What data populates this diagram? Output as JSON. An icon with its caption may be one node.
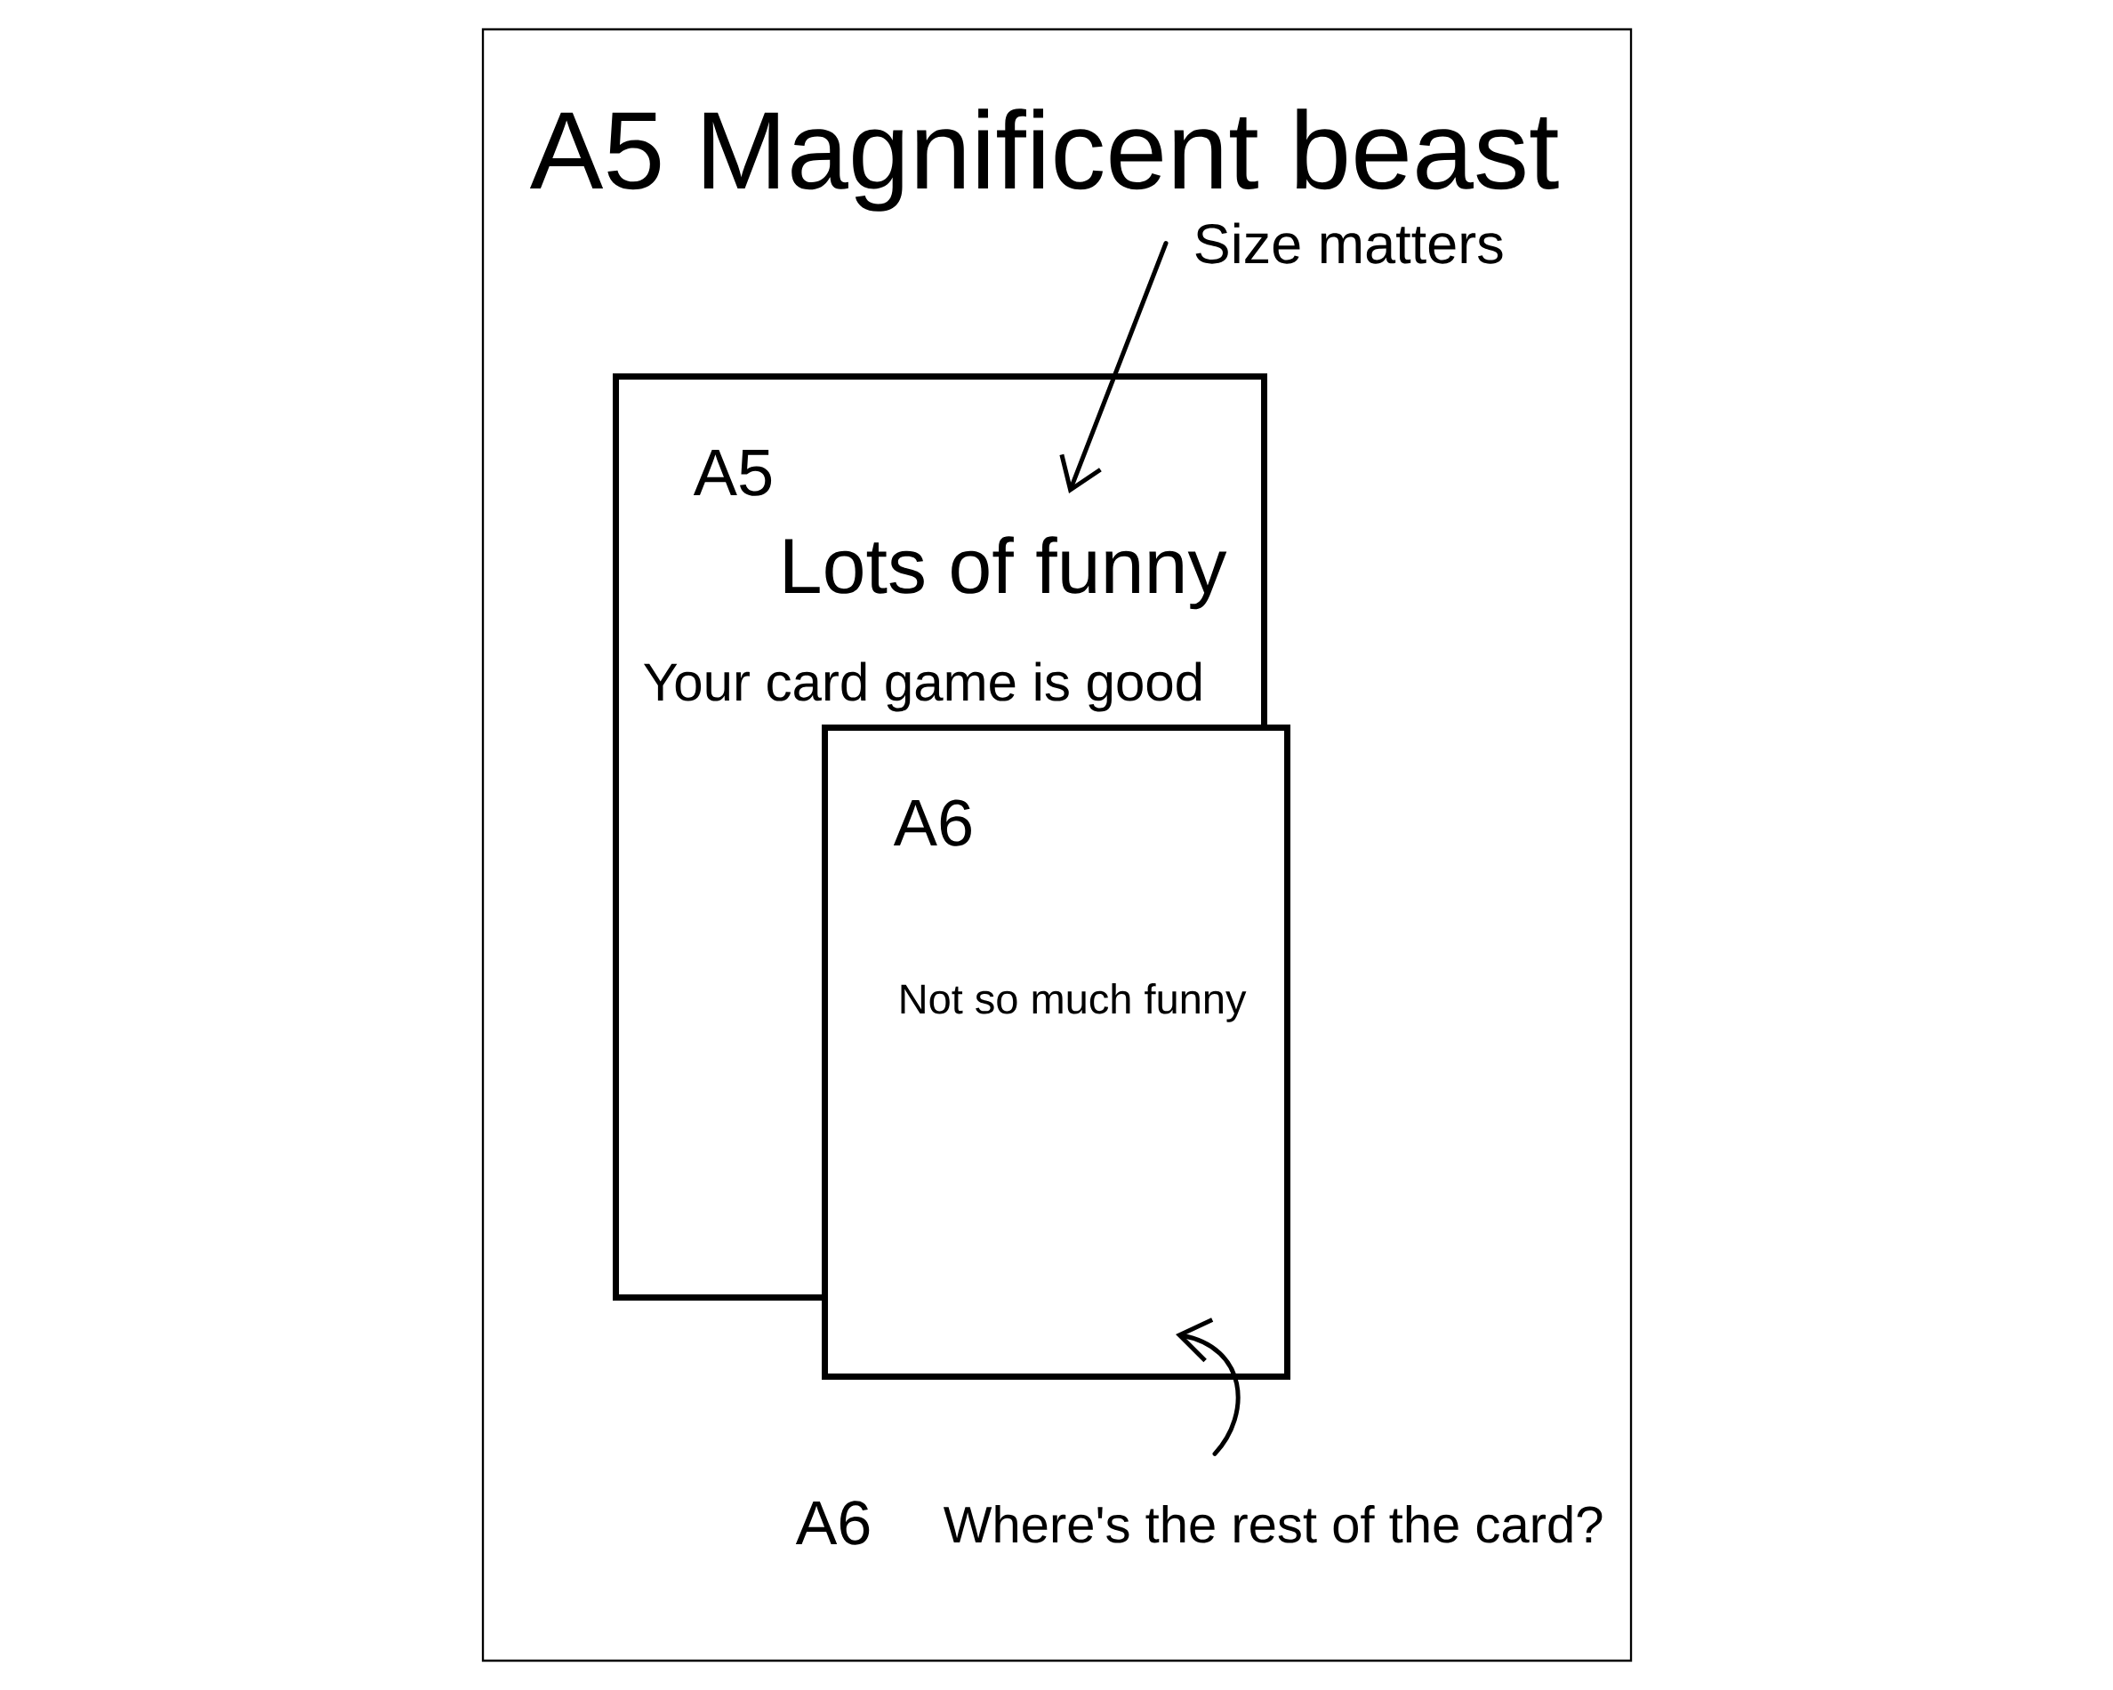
{
  "diagram": {
    "title": "A5 Magnificent beast",
    "nodes": [
      {
        "text": [
          "Size matters"
        ]
      },
      {
        "text": [
          "A5",
          "Lots of funny",
          "Your card game is good"
        ]
      },
      {
        "text": [
          "A6",
          "Not so much funny"
        ]
      },
      {
        "text": [
          "A6",
          "Where's the rest of the card?"
        ]
      }
    ],
    "edges": [
      {
        "from": 0,
        "to": 1,
        "arrow": "to"
      },
      {
        "from": 3,
        "to": 2,
        "arrow": "to"
      }
    ]
  }
}
